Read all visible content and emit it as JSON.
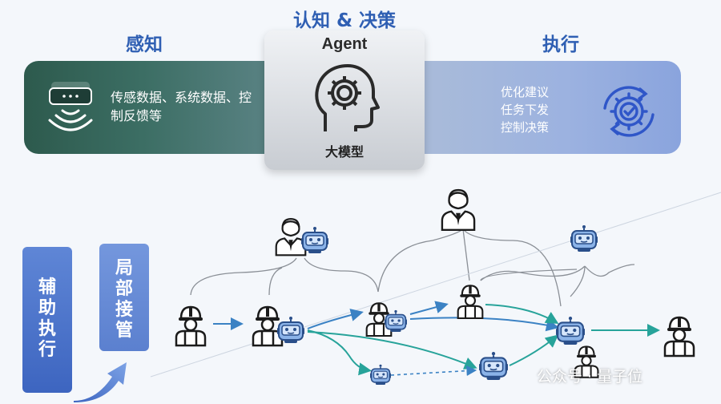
{
  "header": {
    "perception": "感知",
    "decision": "认知 & 决策",
    "execution": "执行",
    "agent": "Agent",
    "model": "大模型"
  },
  "perception": {
    "text": "传感数据、系统数据、控制反馈等",
    "icon": "sensor-signal-icon"
  },
  "execution": {
    "items": [
      "优化建议",
      "任务下发",
      "控制决策"
    ],
    "icon": "gear-check-icon"
  },
  "center": {
    "icon": "head-gear-icon"
  },
  "labels": {
    "assist": [
      "辅",
      "助",
      "执",
      "行"
    ],
    "takeover": [
      "局",
      "部",
      "接",
      "管"
    ]
  },
  "watermark": "公众号 · 量子位",
  "colors": {
    "accent": "#2f5fb3",
    "perception_band": "#2d5a4d",
    "execution_band": "#8aa4dd",
    "arrow_blue": "#3b82c4",
    "arrow_teal": "#27a39a"
  }
}
